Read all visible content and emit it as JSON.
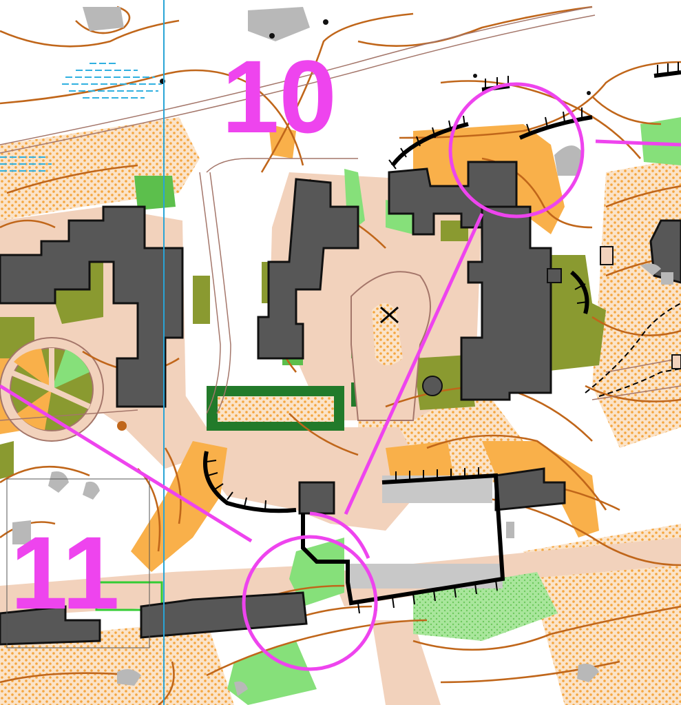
{
  "map": {
    "controls": [
      {
        "id": "control-10",
        "label": "10"
      },
      {
        "id": "control-11",
        "label": "11"
      }
    ],
    "colors": {
      "background": "#ffffff",
      "paved_area": "#f2d2bc",
      "open_land": "#f9b04a",
      "rough_open_dots": "#f4a640",
      "forest_green_light": "#86e07a",
      "forest_green_mid": "#5cbf4c",
      "forest_green_dark": "#227a2a",
      "olive_green": "#8a9a30",
      "building": "#575757",
      "building_edge": "#111111",
      "contour": "#c0661a",
      "rock": "#b8b8b8",
      "water": "#30b0e0",
      "course_overprint": "#ee44ee",
      "magnetic_north_line": "#29a4d6"
    },
    "symbols": [
      "start-x-icon",
      "control-circle-icon",
      "course-leg-line",
      "magnetic-north-line",
      "building",
      "cliff",
      "contour",
      "boulder",
      "pond"
    ]
  }
}
